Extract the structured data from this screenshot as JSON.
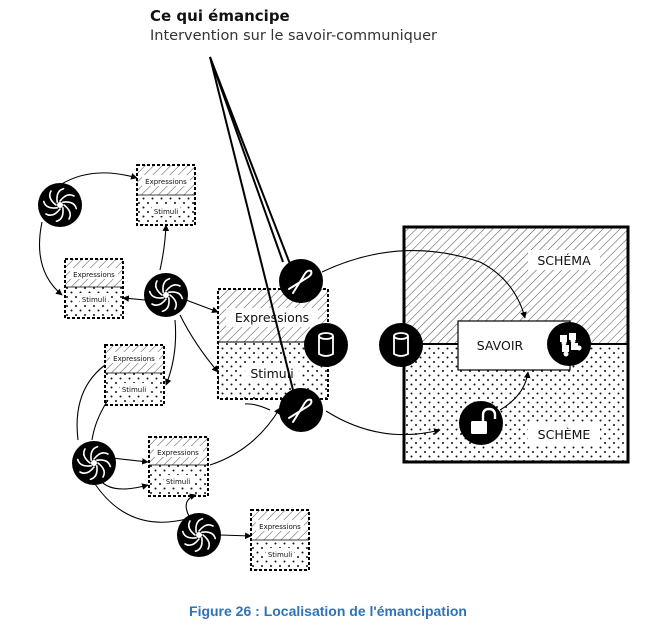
{
  "header": {
    "title": "Ce qui émancipe",
    "subtitle": "Intervention sur le savoir-communiquer"
  },
  "labels": {
    "expressions": "Expressions",
    "stimuli": "Stimuli",
    "schema": "SCHÉMA",
    "scheme": "SCHÈME",
    "savoir": "SAVOIR"
  },
  "caption": "Figure 26 : Localisation de l'émancipation",
  "icons": {
    "spiral": "spiral-icon",
    "pliers": "pliers-icon",
    "cylinder": "cylinder-icon",
    "padlock": "open-padlock-icon",
    "puzzle": "puzzle-icon"
  },
  "colors": {
    "ink": "#000000",
    "caption": "#2e74b5"
  }
}
